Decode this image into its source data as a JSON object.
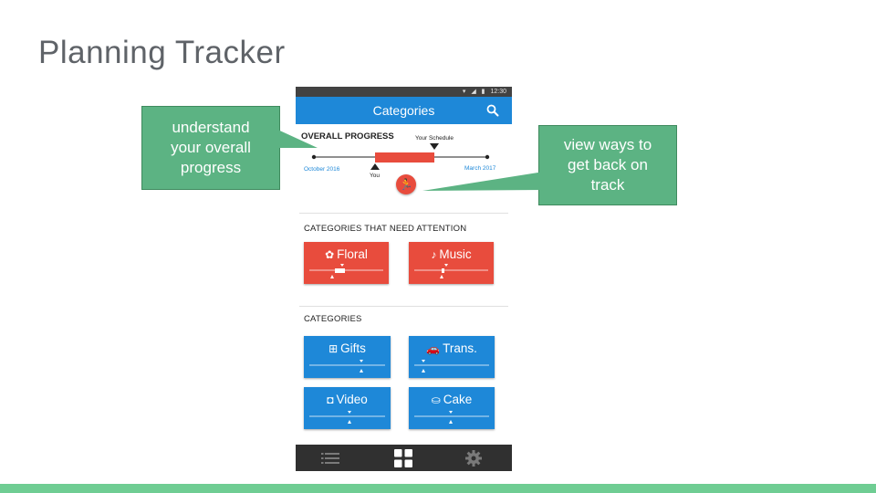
{
  "slide": {
    "title": "Planning Tracker",
    "accent_color": "#6fcd93"
  },
  "callouts": {
    "left": {
      "lines": [
        "understand",
        "your overall",
        "progress"
      ]
    },
    "right": {
      "lines": [
        "view ways to",
        "get back on",
        "track"
      ]
    },
    "color": "#5cb383"
  },
  "phone": {
    "status_bar": {
      "time": "12:30",
      "icons": [
        "wifi-icon",
        "signal-icon",
        "battery-icon"
      ]
    },
    "app_bar": {
      "title": "Categories",
      "action_icon": "search-icon",
      "color": "#1e88d8"
    },
    "overall_progress": {
      "heading": "OVERALL PROGRESS",
      "start_label": "October 2016",
      "end_label": "March 2017",
      "you_label": "You",
      "schedule_label": "Your Schedule",
      "action_icon": "running-person-icon",
      "behind_color": "#e84c3d"
    },
    "attention": {
      "heading": "CATEGORIES THAT NEED ATTENTION",
      "items": [
        {
          "label": "Floral",
          "icon": "flower-icon"
        },
        {
          "label": "Music",
          "icon": "music-note-icon"
        }
      ]
    },
    "categories": {
      "heading": "CATEGORIES",
      "items": [
        {
          "label": "Gifts",
          "icon": "gift-icon"
        },
        {
          "label": "Trans.",
          "icon": "car-icon"
        },
        {
          "label": "Video",
          "icon": "camera-icon"
        },
        {
          "label": "Cake",
          "icon": "cake-icon"
        }
      ]
    },
    "bottom_nav": {
      "items": [
        "list-icon",
        "grid-icon",
        "gear-icon"
      ],
      "active": "grid-icon"
    }
  }
}
